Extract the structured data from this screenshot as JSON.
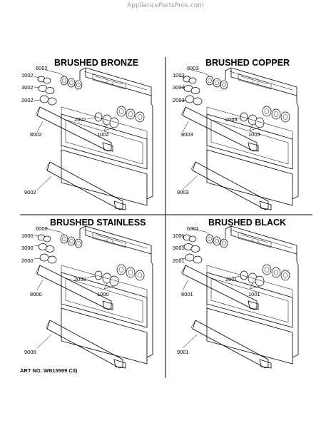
{
  "watermark": "AppliancePartsPros.com",
  "art_no": "ART NO. WB15599 C3)",
  "quadrants": [
    {
      "title": "BRUSHED BRONZE",
      "labels": {
        "a": "6002",
        "b": "1002",
        "c": "3002",
        "d": "2002",
        "e": "2002",
        "f": "1002",
        "g": "8002",
        "h": "9002"
      }
    },
    {
      "title": "BRUSHED COPPER",
      "labels": {
        "a": "6003",
        "b": "1003",
        "c": "3003",
        "d": "2003",
        "e": "2003",
        "f": "1003",
        "g": "8003",
        "h": "9003"
      }
    },
    {
      "title": "BRUSHED STAINLESS",
      "labels": {
        "a": "6000",
        "b": "1000",
        "c": "3000",
        "d": "2000",
        "e": "2000",
        "f": "1000",
        "g": "8000",
        "h": "9000"
      }
    },
    {
      "title": "BRUSHED BLACK",
      "labels": {
        "a": "6001",
        "b": "1001",
        "c": "3001",
        "d": "2001",
        "e": "2001",
        "f": "1001",
        "g": "8001",
        "h": "9001"
      }
    }
  ]
}
